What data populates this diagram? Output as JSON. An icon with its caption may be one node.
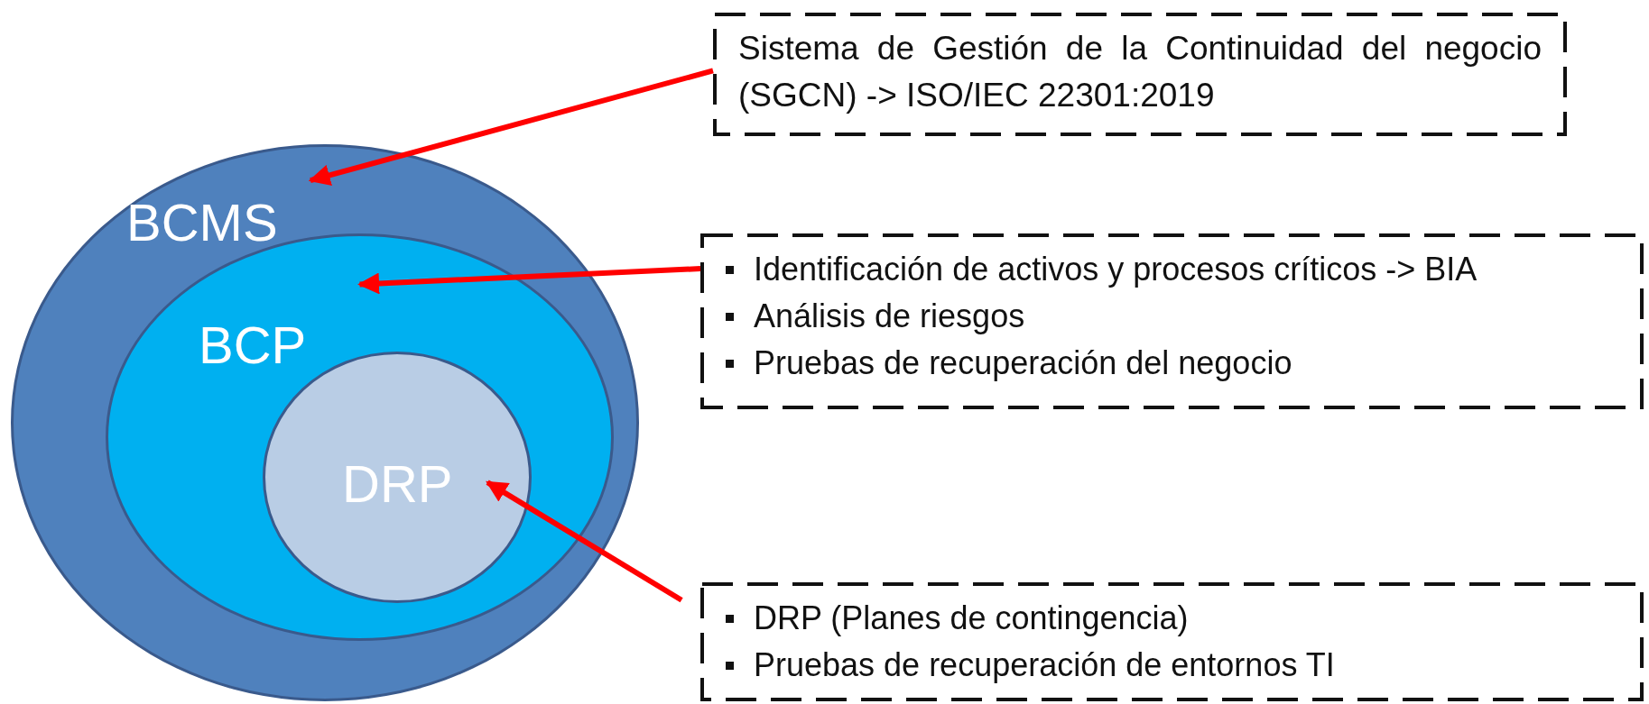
{
  "diagram": {
    "nodes": [
      {
        "text": [
          "BCMS"
        ]
      },
      {
        "text": [
          "BCP"
        ],
        "in": 0
      },
      {
        "text": [
          "DRP"
        ],
        "in": 1
      },
      {
        "text": [
          "Sistema de Gestión de la Continuidad del negocio (SGCN) -> ISO/IEC 22301:2019"
        ]
      },
      {
        "text": [
          "Identificación de activos y procesos críticos -> BIA",
          "Análisis de riesgos",
          "Pruebas de recuperación del negocio"
        ]
      },
      {
        "text": [
          "DRP (Planes de contingencia)",
          "Pruebas de recuperación de entornos TI"
        ]
      }
    ],
    "edges": [
      {
        "from": 3,
        "to": 0,
        "arrow": "to"
      },
      {
        "from": 4,
        "to": 1,
        "arrow": "to"
      },
      {
        "from": 5,
        "to": 2,
        "arrow": "to"
      }
    ]
  }
}
